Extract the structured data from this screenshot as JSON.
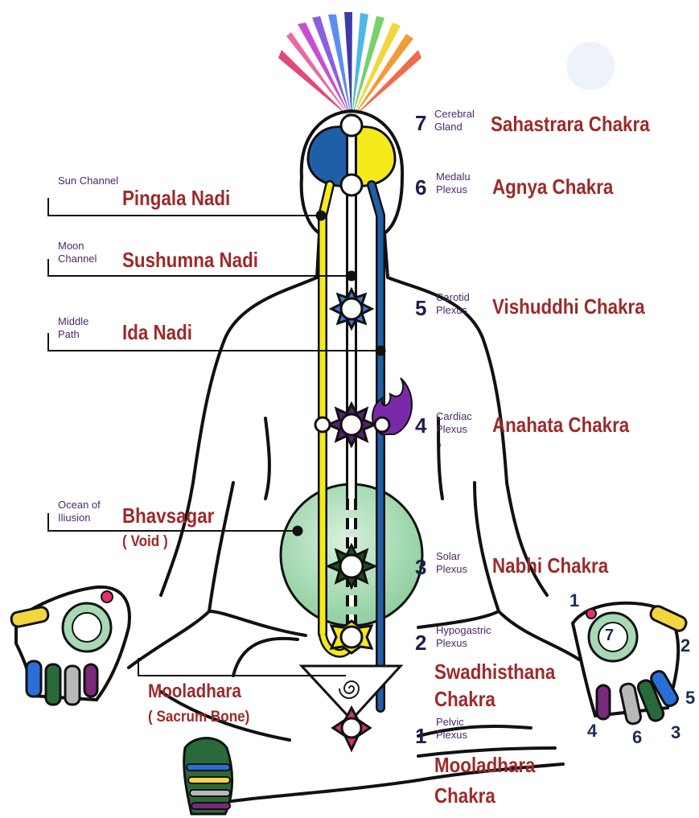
{
  "chakras": [
    {
      "number": "7",
      "plexus": "Cerebral Gland",
      "name": "Sahastrara Chakra"
    },
    {
      "number": "6",
      "plexus": "Medalu Plexus",
      "name": "Agnya Chakra"
    },
    {
      "number": "5",
      "plexus": "Carotid Plexus",
      "name": "Vishuddhi Chakra"
    },
    {
      "number": "4",
      "plexus": "Cardiac Plexus",
      "name": "Anahata Chakra"
    },
    {
      "number": "3",
      "plexus": "Solar Plexus",
      "name": "Nabhi Chakra"
    },
    {
      "number": "2",
      "plexus": "Hypogastric Plexus",
      "name": "Swadhisthana Chakra"
    },
    {
      "number": "1",
      "plexus": "Pelvic Plexus",
      "name": "Mooladhara Chakra"
    }
  ],
  "channels": [
    {
      "desc": "Sun Channel",
      "name": "Pingala Nadi",
      "color": "#f5ea1a"
    },
    {
      "desc": "Moon Channel",
      "name": "Sushumna Nadi",
      "color": "#ffffff"
    },
    {
      "desc": "Middle Path",
      "name": "Ida Nadi",
      "color": "#1f5fa8"
    }
  ],
  "void": {
    "desc": "Ocean of Iliusion",
    "name": "Bhavsagar",
    "note": "( Void )",
    "color": "#a7d9b4"
  },
  "base": {
    "name": "Mooladhara",
    "note": "( Sacrum Bone)"
  },
  "hand_numbers": [
    "1",
    "2",
    "5",
    "3",
    "6",
    "4"
  ],
  "palm_number": "7",
  "colors": {
    "body_outline": "#111111",
    "label_red": "#9c2a2a",
    "label_purple": "#4a2a6a",
    "number_navy": "#1e1e4e"
  }
}
